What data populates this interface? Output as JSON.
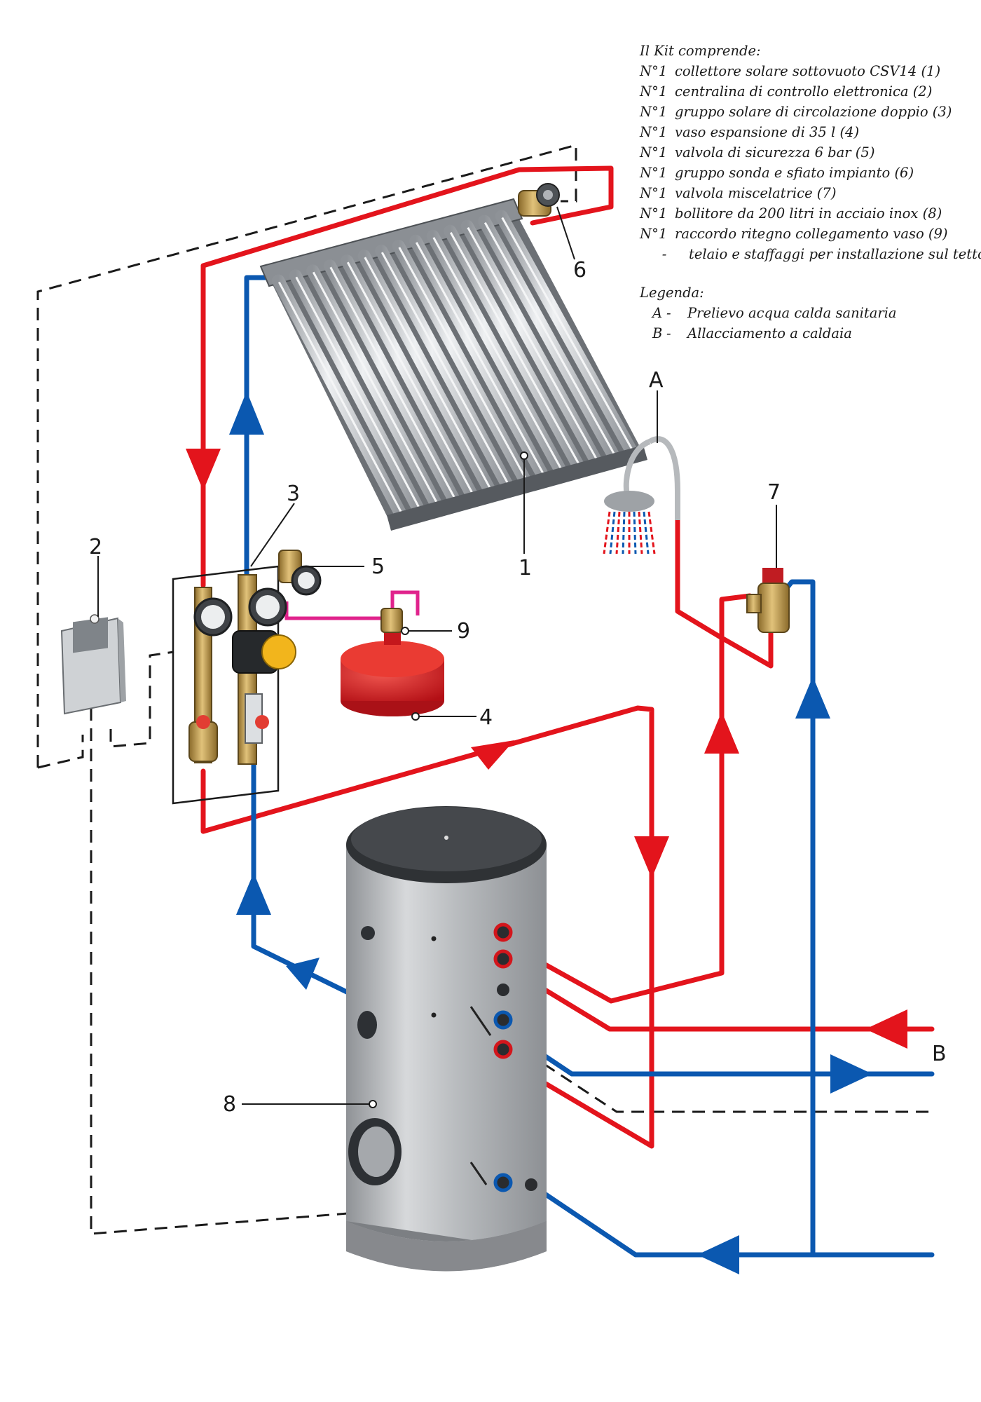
{
  "kit": {
    "title": "Il Kit comprende:",
    "items": [
      {
        "qty": "N°1",
        "text": "collettore solare sottovuoto CSV14 (1)"
      },
      {
        "qty": "N°1",
        "text": "centralina di controllo elettronica (2)"
      },
      {
        "qty": "N°1",
        "text": "gruppo solare di circolazione doppio (3)"
      },
      {
        "qty": "N°1",
        "text": "vaso espansione di 35 l (4)"
      },
      {
        "qty": "N°1",
        "text": "valvola di sicurezza 6 bar (5)"
      },
      {
        "qty": "N°1",
        "text": "gruppo sonda e sfiato impianto (6)"
      },
      {
        "qty": "N°1",
        "text": "valvola miscelatrice (7)"
      },
      {
        "qty": "N°1",
        "text": "bollitore da 200 litri in acciaio inox (8)"
      },
      {
        "qty": "N°1",
        "text": "raccordo ritegno collegamento vaso (9)"
      },
      {
        "qty": "-",
        "text": "telaio e staffaggi per installazione sul tetto"
      }
    ]
  },
  "legend": {
    "title": "Legenda:",
    "items": [
      {
        "code": "A",
        "dash": "-",
        "text": "Prelievo acqua calda sanitaria"
      },
      {
        "code": "B",
        "dash": "-",
        "text": "Allacciamento a caldaia"
      }
    ]
  },
  "labels": {
    "n1": "1",
    "n2": "2",
    "n3": "3",
    "n4": "4",
    "n5": "5",
    "n6": "6",
    "n7": "7",
    "n8": "8",
    "n9": "9",
    "A": "A",
    "B": "B"
  },
  "colors": {
    "hot_pipe": "#e3141c",
    "cold_pipe": "#0b58b0",
    "expansion_link": "#e0238c",
    "signal_line": "#1a1a1a",
    "tank_body": "#a9acaf",
    "tank_top": "#3d4043",
    "expansion_vessel": "#d7191f",
    "collector_frame": "#7e8287",
    "collector_tube": "#c3c6c9"
  }
}
